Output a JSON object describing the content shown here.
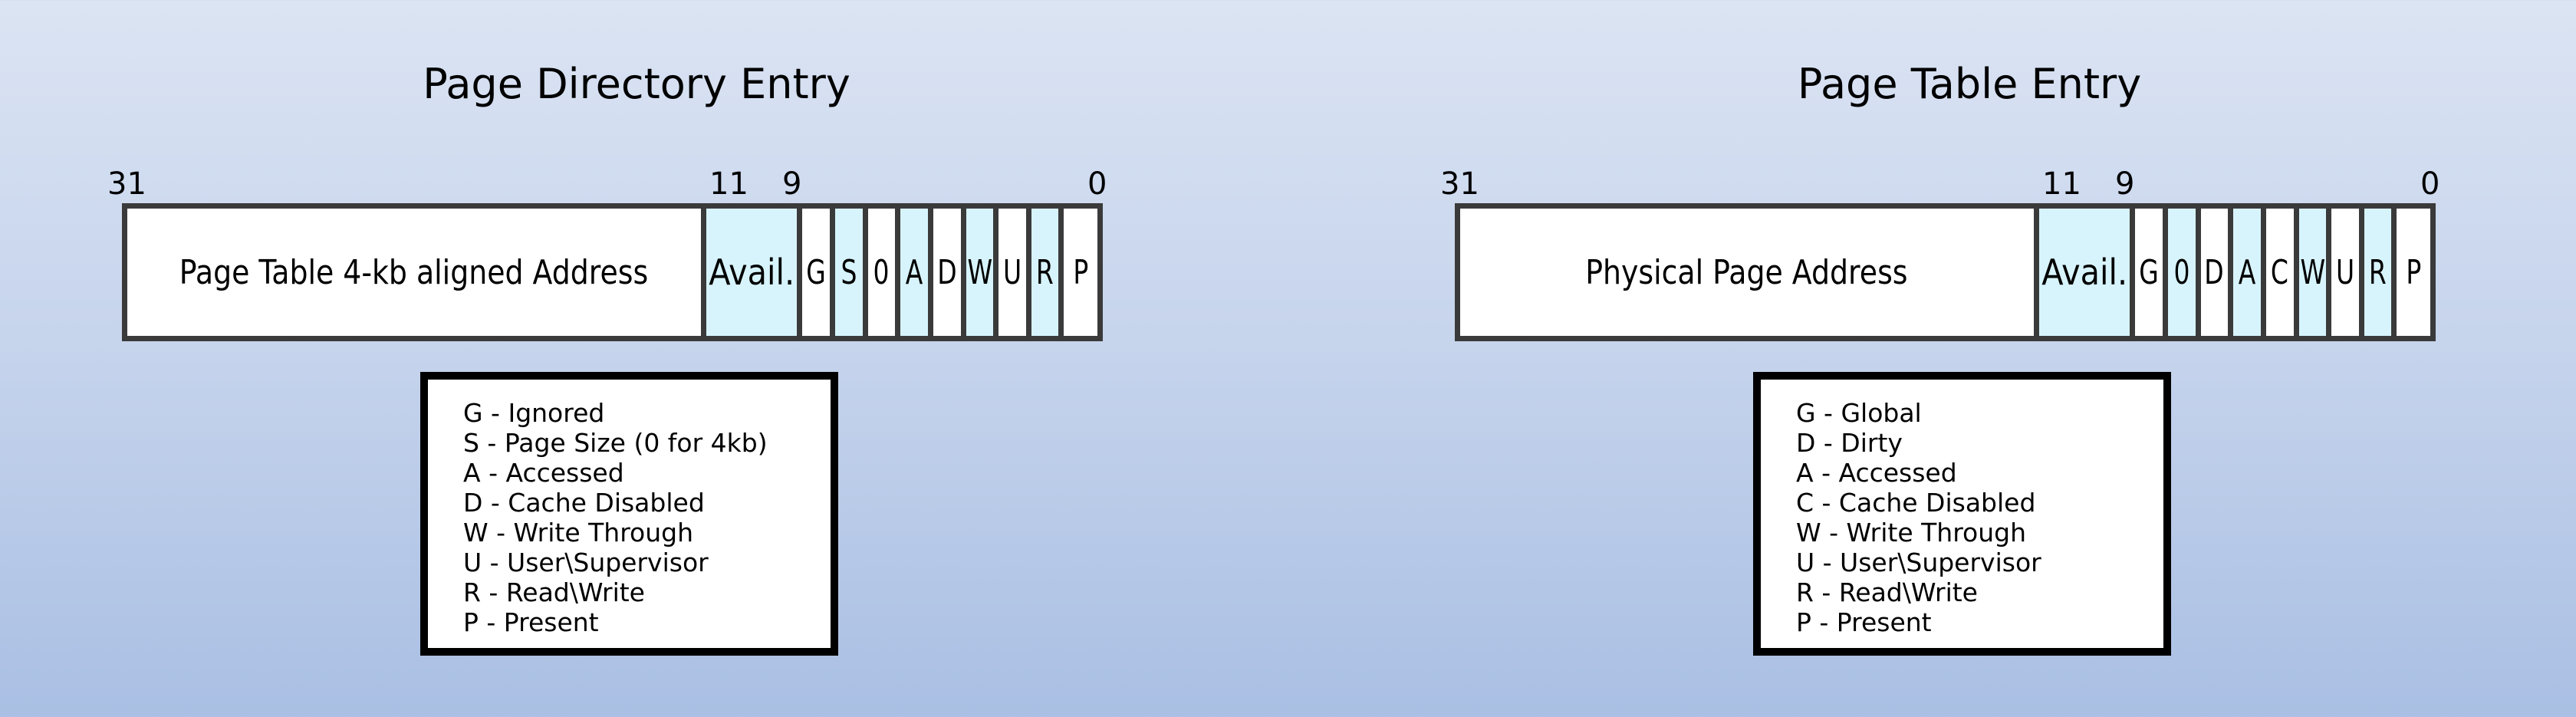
{
  "pde": {
    "title": "Page Directory Entry",
    "bits": {
      "b31": "31",
      "b11": "11",
      "b9": "9",
      "b0": "0"
    },
    "address_label": "Page Table 4-kb aligned Address",
    "avail_label": "Avail.",
    "flags": [
      "G",
      "S",
      "0",
      "A",
      "D",
      "W",
      "U",
      "R",
      "P"
    ],
    "legend": [
      "G - Ignored",
      "S - Page Size (0 for 4kb)",
      "A - Accessed",
      "D - Cache Disabled",
      "W - Write Through",
      "U - User\\Supervisor",
      "R - Read\\Write",
      "P - Present"
    ]
  },
  "pte": {
    "title": "Page Table Entry",
    "bits": {
      "b31": "31",
      "b11": "11",
      "b9": "9",
      "b0": "0"
    },
    "address_label": "Physical Page Address",
    "avail_label": "Avail.",
    "flags": [
      "G",
      "0",
      "D",
      "A",
      "C",
      "W",
      "U",
      "R",
      "P"
    ],
    "legend": [
      "G - Global",
      "D - Dirty",
      "A - Accessed",
      "C - Cache Disabled",
      "W - Write Through",
      "U - User\\Supervisor",
      "R - Read\\Write",
      "P - Present"
    ]
  },
  "colors": {
    "highlight": "#d7f4fc",
    "plain": "#ffffff",
    "border": "#3a3a3a"
  }
}
